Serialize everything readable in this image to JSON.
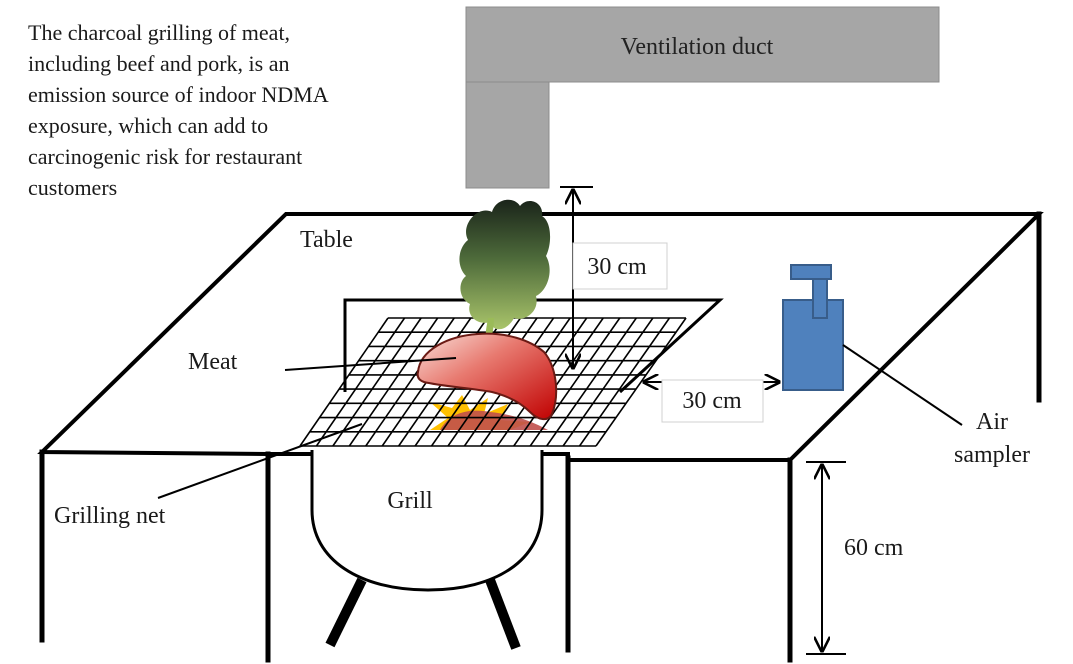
{
  "caption": [
    "The charcoal grilling of meat,",
    "including beef and pork, is an",
    "emission source of indoor NDMA",
    "exposure, which can add to",
    "carcinogenic risk for restaurant",
    "customers"
  ],
  "labels": {
    "ventilation_duct": "Ventilation duct",
    "table": "Table",
    "meat": "Meat",
    "grilling_net": "Grilling  net",
    "grill": "Grill",
    "air_sampler_line1": "Air",
    "air_sampler_line2": "sampler"
  },
  "dimensions": {
    "duct_to_grill": "30 cm",
    "grill_to_sampler": "30 cm",
    "table_height": "60 cm"
  },
  "colors": {
    "duct": "#a6a6a6",
    "sampler": "#4f81bd",
    "sampler_outline": "#385d8a",
    "meat_light": "#f7d7d0",
    "meat_dark": "#c00000",
    "smoke_top": "#1f2d1f",
    "smoke_bottom": "#9bbb59",
    "flame_outer": "#ffc000",
    "flame_inner": "#c0504d"
  }
}
